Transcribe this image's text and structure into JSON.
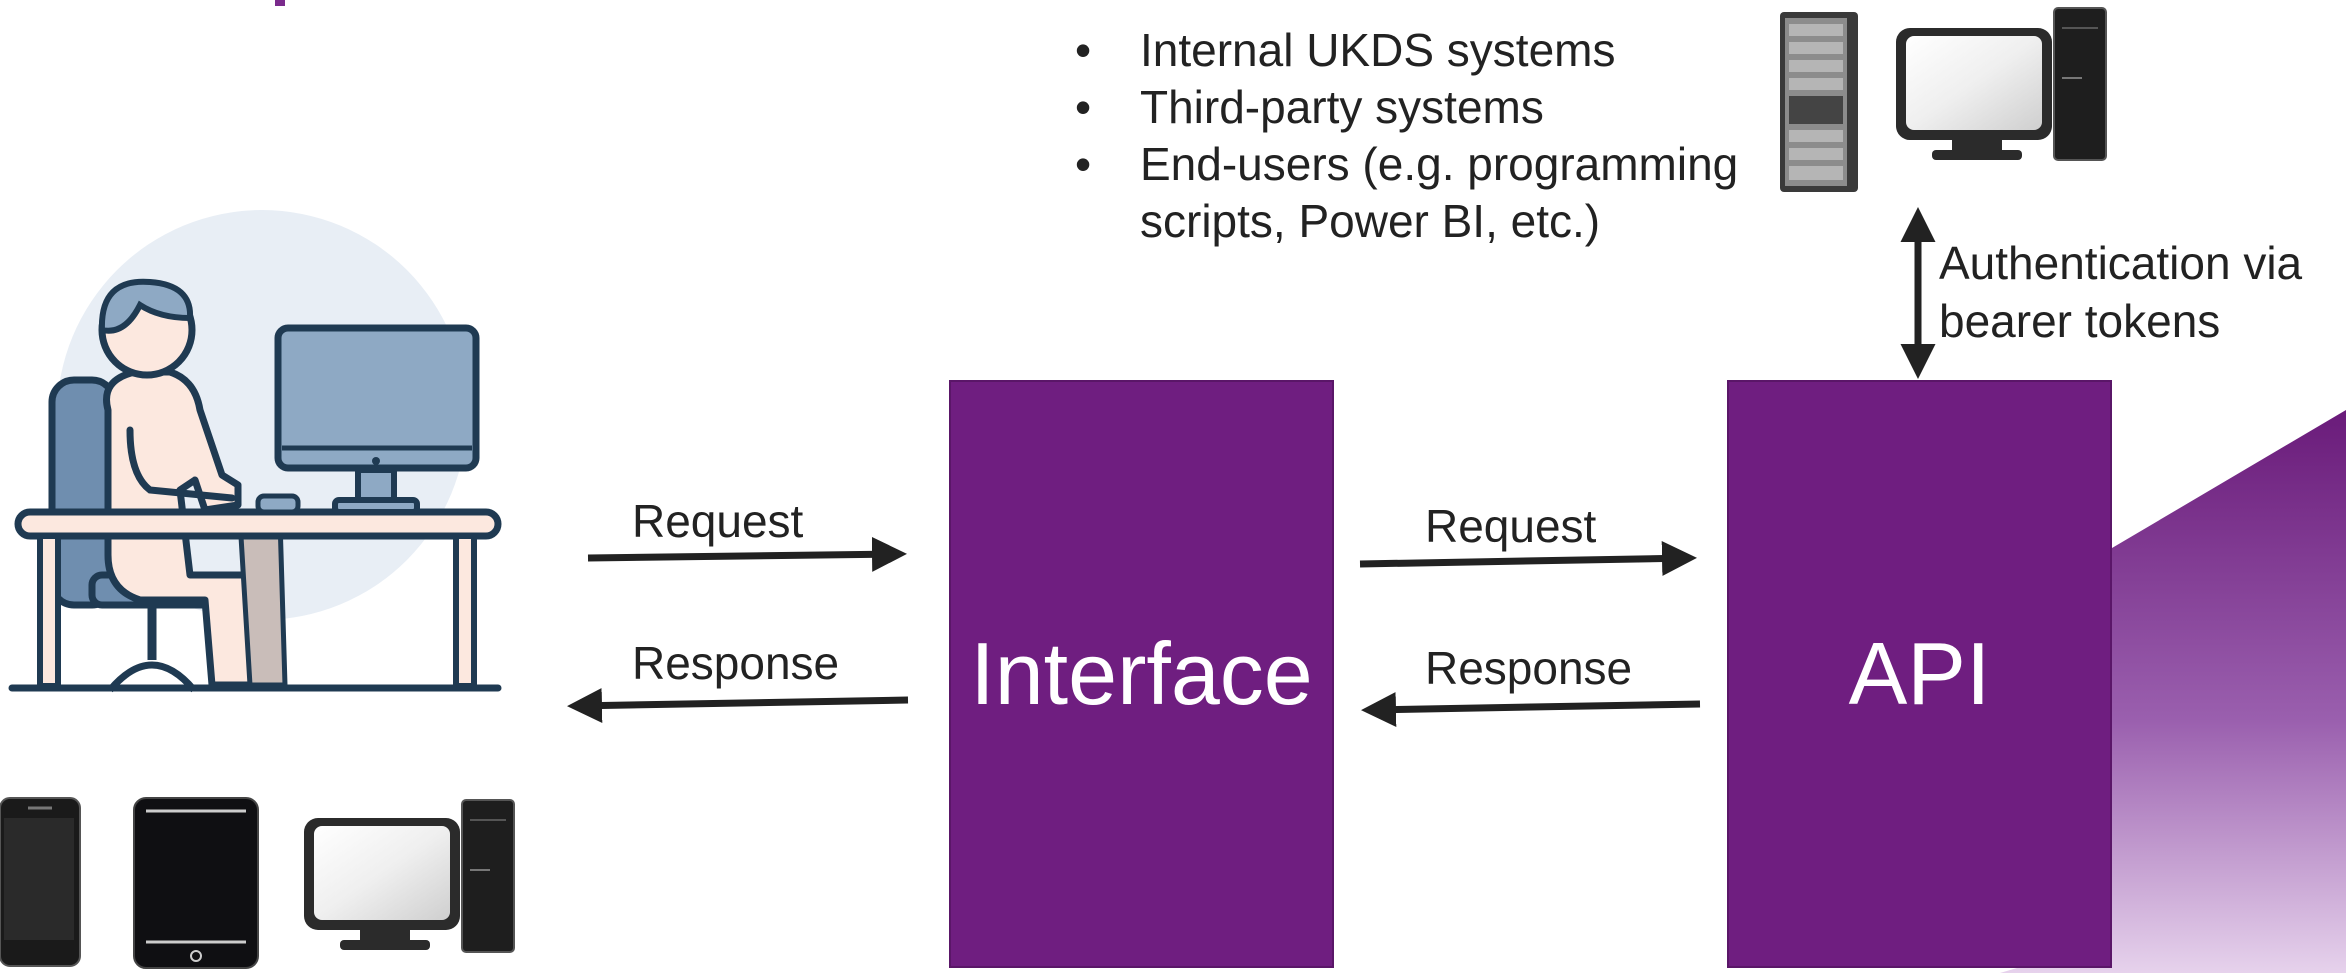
{
  "boxes": {
    "interface_label": "Interface",
    "api_label": "API"
  },
  "arrows": {
    "request_left": "Request",
    "response_left": "Response",
    "request_right": "Request",
    "response_right": "Response"
  },
  "auth": {
    "line1": "Authentication via",
    "line2": "bearer tokens"
  },
  "clients": {
    "items": [
      "Internal UKDS systems",
      "Third-party systems",
      "End-users (e.g. programming",
      "scripts, Power BI, etc.)"
    ]
  },
  "colors": {
    "box_fill": "#6f1e80",
    "accent_purple": "#7a2a8c",
    "arrow": "#222222",
    "person_outline": "#1f3a52",
    "monitor_screen": "#8ea9c4",
    "chair": "#6f8eaf",
    "skin": "#fce8df",
    "background_circle": "#e8eef5"
  },
  "icons": [
    "person-at-desk-icon",
    "smartphone-icon",
    "tablet-icon",
    "desktop-computer-icon",
    "server-rack-icon",
    "desktop-computer-icon"
  ]
}
